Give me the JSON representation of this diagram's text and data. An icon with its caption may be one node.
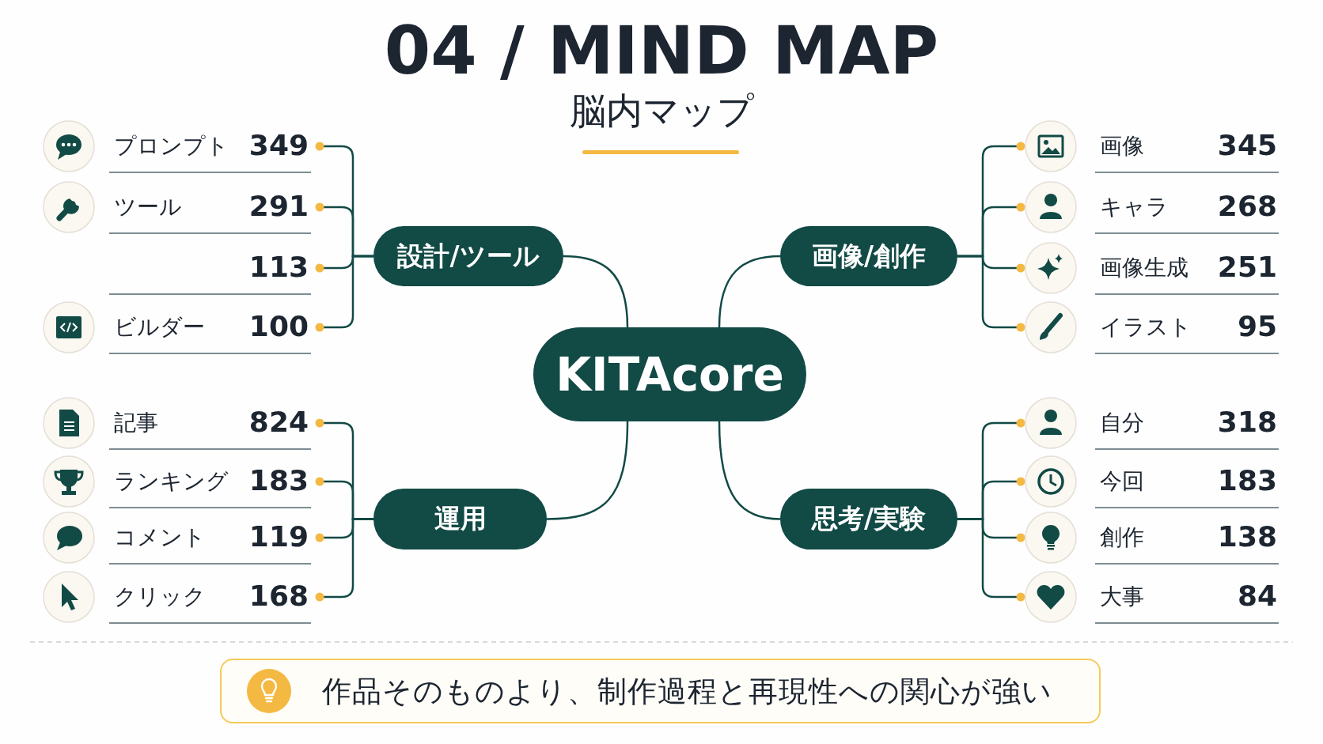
{
  "diagram": {
    "title": "04 / MIND MAP",
    "labels": [
      "脳内マップ"
    ],
    "nodes": [
      {
        "text": [
          "KITAcore"
        ]
      },
      {
        "text": [
          "設計/ツール"
        ]
      },
      {
        "text": [
          "画像/創作"
        ]
      },
      {
        "text": [
          "運用"
        ]
      },
      {
        "text": [
          "思考/実験"
        ]
      },
      {
        "text": [
          "プロンプト",
          "349"
        ]
      },
      {
        "text": [
          "ツール",
          "291"
        ]
      },
      {
        "text": [
          "113"
        ]
      },
      {
        "text": [
          "ビルダー",
          "100"
        ]
      },
      {
        "text": [
          "画像",
          "345"
        ]
      },
      {
        "text": [
          "キャラ",
          "268"
        ]
      },
      {
        "text": [
          "画像生成",
          "251"
        ]
      },
      {
        "text": [
          "イラスト",
          "95"
        ]
      },
      {
        "text": [
          "記事",
          "824"
        ]
      },
      {
        "text": [
          "ランキング",
          "183"
        ]
      },
      {
        "text": [
          "コメント",
          "119"
        ]
      },
      {
        "text": [
          "クリック",
          "168"
        ]
      },
      {
        "text": [
          "自分",
          "318"
        ]
      },
      {
        "text": [
          "今回",
          "183"
        ]
      },
      {
        "text": [
          "創作",
          "138"
        ]
      },
      {
        "text": [
          "大事",
          "84"
        ]
      },
      {
        "text": [
          "作品そのものより、制作過程と再現性への関心が強い"
        ]
      }
    ],
    "edges": [
      {
        "from": 0,
        "to": 1,
        "arrow": "none"
      },
      {
        "from": 0,
        "to": 2,
        "arrow": "none"
      },
      {
        "from": 0,
        "to": 3,
        "arrow": "none"
      },
      {
        "from": 0,
        "to": 4,
        "arrow": "none"
      },
      {
        "from": 1,
        "to": 5,
        "arrow": "other"
      },
      {
        "from": 1,
        "to": 6,
        "arrow": "other"
      },
      {
        "from": 1,
        "to": 7,
        "arrow": "other"
      },
      {
        "from": 1,
        "to": 8,
        "arrow": "other"
      },
      {
        "from": 2,
        "to": 9,
        "arrow": "other"
      },
      {
        "from": 2,
        "to": 10,
        "arrow": "other"
      },
      {
        "from": 2,
        "to": 11,
        "arrow": "other"
      },
      {
        "from": 2,
        "to": 12,
        "arrow": "other"
      },
      {
        "from": 3,
        "to": 13,
        "arrow": "other"
      },
      {
        "from": 3,
        "to": 14,
        "arrow": "other"
      },
      {
        "from": 3,
        "to": 15,
        "arrow": "other"
      },
      {
        "from": 3,
        "to": 16,
        "arrow": "other"
      },
      {
        "from": 4,
        "to": 17,
        "arrow": "other"
      },
      {
        "from": 4,
        "to": 18,
        "arrow": "other"
      },
      {
        "from": 4,
        "to": 19,
        "arrow": "other"
      },
      {
        "from": 4,
        "to": 20,
        "arrow": "other"
      }
    ]
  }
}
